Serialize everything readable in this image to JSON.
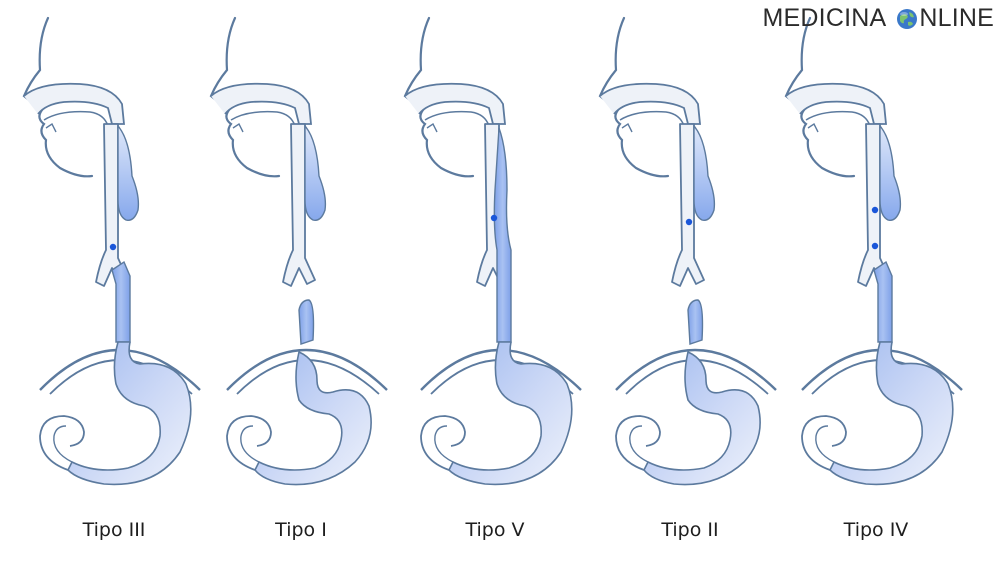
{
  "logo": {
    "text_left": "MEDICINA",
    "text_right": "NLINE",
    "globe_icon": "globe-icon"
  },
  "panels": [
    {
      "label": "Tipo III",
      "upper_esophagus": "blind-pouch",
      "fistula_count": 1,
      "fistula_on": "lower-segment",
      "lower_esophagus_connected": true
    },
    {
      "label": "Tipo I",
      "upper_esophagus": "blind-pouch",
      "fistula_count": 0,
      "lower_esophagus_connected": false
    },
    {
      "label": "Tipo V",
      "upper_esophagus": "continuous",
      "fistula_count": 1,
      "fistula_on": "continuous-esophagus",
      "lower_esophagus_connected": true
    },
    {
      "label": "Tipo II",
      "upper_esophagus": "blind-pouch",
      "fistula_count": 1,
      "fistula_on": "upper-pouch",
      "lower_esophagus_connected": false
    },
    {
      "label": "Tipo IV",
      "upper_esophagus": "blind-pouch",
      "fistula_count": 2,
      "fistula_on": "both-segments",
      "lower_esophagus_connected": true
    }
  ],
  "colors": {
    "outline": "#5c7a9e",
    "esophagus_blue": "#8fb0ee",
    "trachea_fill": "#eef2f8",
    "stomach_dark": "#a6bff0",
    "fistula_dot": "#1a56d9",
    "label_text": "#1e1e1e"
  }
}
